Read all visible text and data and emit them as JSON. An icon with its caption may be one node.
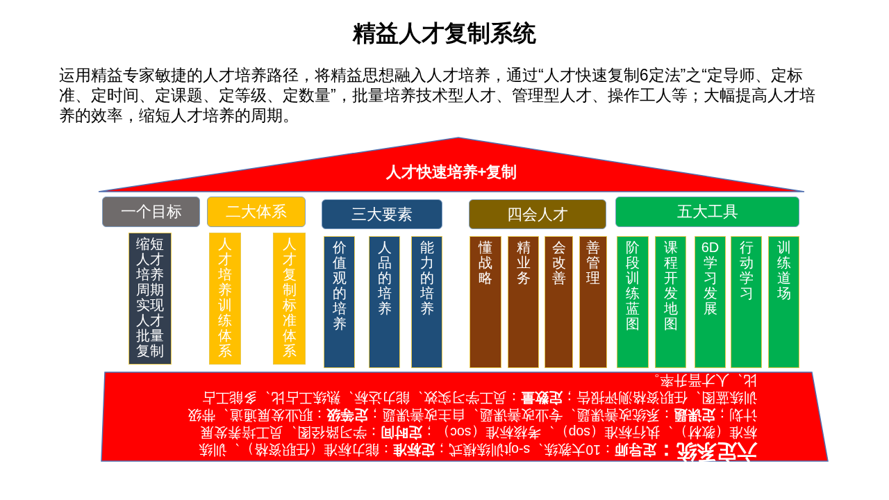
{
  "diagram": {
    "title": "精益人才复制系统",
    "nodes": [
      {
        "text": [
          "人才快速培养+复制"
        ]
      },
      {
        "text": [
          "一个目标"
        ]
      },
      {
        "text": [
          "二大体系"
        ]
      },
      {
        "text": [
          "三大要素"
        ]
      },
      {
        "text": [
          "四会人才"
        ]
      },
      {
        "text": [
          "五大工具"
        ]
      },
      {
        "text": [
          "缩短人才培养周期实现人才批量复制"
        ]
      },
      {
        "text": [
          "人才培养训练体系"
        ]
      },
      {
        "text": [
          "人才复制标准体系"
        ]
      },
      {
        "text": [
          "价值观的培养"
        ]
      },
      {
        "text": [
          "人品的培养"
        ]
      },
      {
        "text": [
          "能力的培养"
        ]
      },
      {
        "text": [
          "懂战略"
        ]
      },
      {
        "text": [
          "精业务"
        ]
      },
      {
        "text": [
          "会改善"
        ]
      },
      {
        "text": [
          "善管理"
        ]
      },
      {
        "text": [
          "阶段训练蓝图"
        ]
      },
      {
        "text": [
          "课程开发地图"
        ]
      },
      {
        "text": [
          "6D学习发展"
        ]
      },
      {
        "text": [
          "行动学习"
        ]
      },
      {
        "text": [
          "训练道场"
        ]
      },
      {
        "text": [
          "六定系统：",
          "**定导师**：10大教练、s-ojt训练模式；**定标准**：能力标准（任职资格）、训练标准（教材）、执行标准（sop）、考核标准（soc）；**定时间**：学习路径图、员工培养发展计划；**定课题**：系统改善课题、专业改善课题、自主改善课题；**定等级**：职业发展通道、带级训练蓝图、任职资格测评报告；**定数量**：员工学习实效、能力达标、熟练工占比、多能工占比、人才晋升率。"
        ]
      }
    ],
    "labels": [
      "运用精益专家敏捷的人才培养路径，将精益思想融入人才培养，通过“人才快速复制6定法”之“定导师、定标准、定时间、定课题、定等级、定数量”，批量培养技术型人才、管理型人才、操作工人等；大幅提高人才培养的效率，缩短人才培养的周期。"
    ]
  }
}
